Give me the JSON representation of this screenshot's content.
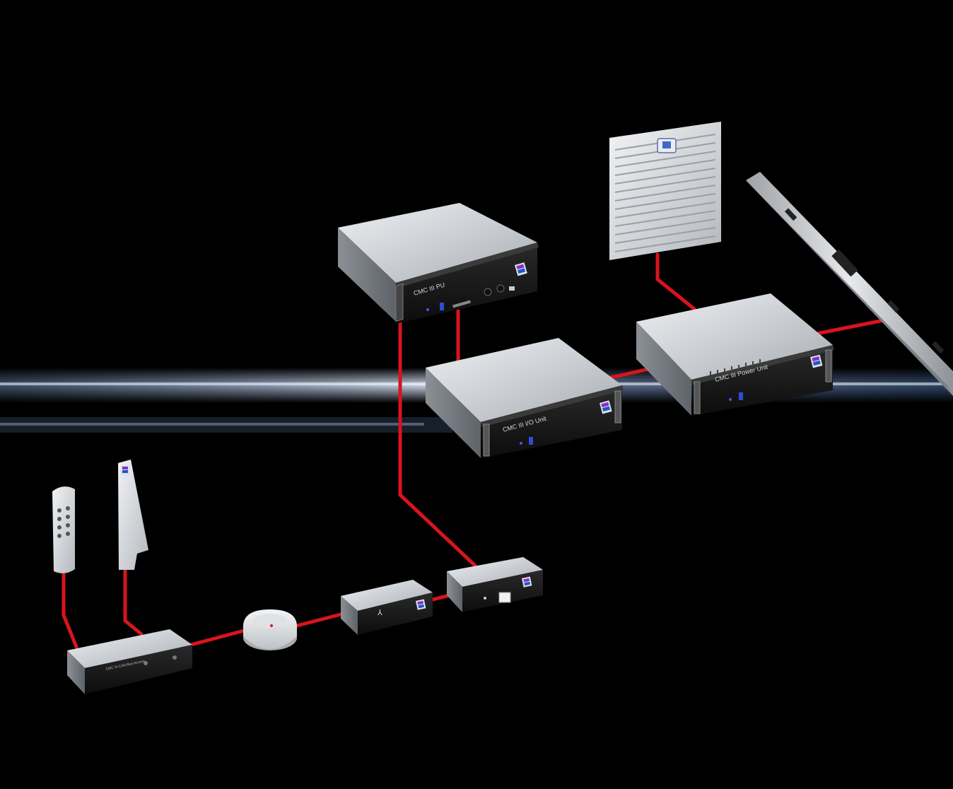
{
  "devices": {
    "processing_unit": {
      "label": "CMC III PU"
    },
    "io_unit": {
      "label": "CMC III I/O Unit"
    },
    "power_unit": {
      "label": "CMC III Power Unit"
    },
    "can_bus_access": {
      "label": "CMC III CAN-Bus Access"
    }
  },
  "colors": {
    "background": "#000000",
    "cable": "#d8141c",
    "housing": "#c9ccd0",
    "front_panel": "#151515"
  },
  "icons": [
    "usb-icon",
    "sd-card-slot-icon",
    "led-indicator-icon",
    "brand-badge-icon",
    "keypad-icon",
    "smoke-detector-icon"
  ]
}
